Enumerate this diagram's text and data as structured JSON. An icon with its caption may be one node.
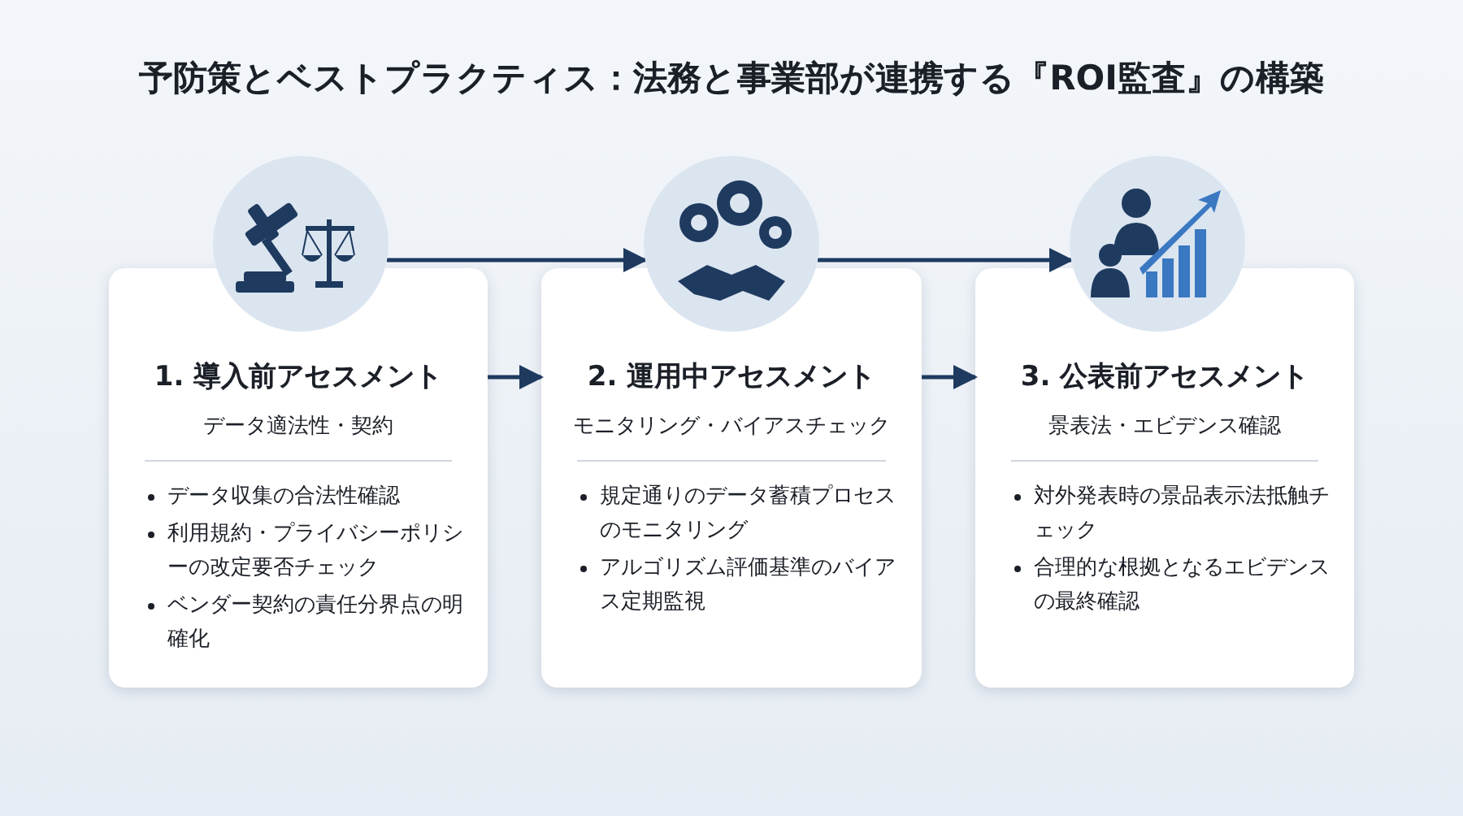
{
  "diagram": {
    "title": "予防策とベストプラクティス：法務と事業部が連携する『ROI監査』の構築",
    "nodes": [
      {
        "text": [],
        "shape": "picture"
      },
      {
        "text": [],
        "shape": "picture"
      },
      {
        "text": [],
        "shape": "picture"
      },
      {
        "text": [
          "1. 導入前アセスメント",
          "データ適法性・契約",
          "データ収集の合法性確認",
          "利用規約・プライバシーポリシーの改定要否チェック",
          "ベンダー契約の責任分界点の明確化"
        ]
      },
      {
        "text": [
          "2. 運用中アセスメント",
          "モニタリング・バイアスチェック",
          "規定通りのデータ蓄積プロセスのモニタリング",
          "アルゴリズム評価基準のバイアス定期監視"
        ]
      },
      {
        "text": [
          "3. 公表前アセスメント",
          "景表法・エビデンス確認",
          "対外発表時の景品表示法抵触チェック",
          "合理的な根拠となるエビデンスの最終確認"
        ]
      }
    ],
    "edges": [
      {
        "from": 0,
        "to": 1,
        "arrow": "to"
      },
      {
        "from": 1,
        "to": 2,
        "arrow": "to"
      },
      {
        "from": 3,
        "to": 4,
        "arrow": "to"
      },
      {
        "from": 4,
        "to": 5,
        "arrow": "to"
      }
    ]
  }
}
